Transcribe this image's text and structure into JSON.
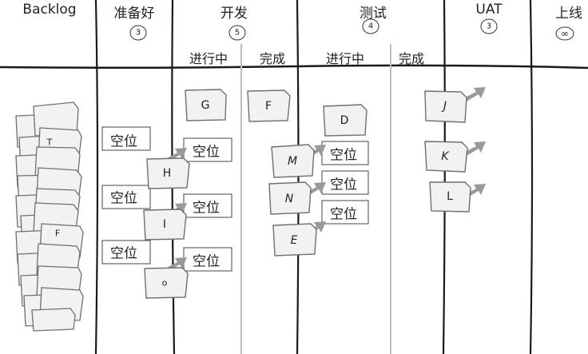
{
  "columns": {
    "backlog": "Backlog",
    "ready": "准备好",
    "develop": "开发",
    "test": "测试",
    "uat": "UAT",
    "release": "上线"
  },
  "subcolumns": {
    "dev_doing": "进行中",
    "dev_done": "完成",
    "test_doing": "进行中",
    "test_done": "完成"
  },
  "wip_limits": {
    "ready": "3",
    "develop": "5",
    "test": "4",
    "uat": "3",
    "release": "∞"
  },
  "cards": {
    "g": "G",
    "f": "F",
    "d": "D",
    "j": "J",
    "h": "H",
    "m": "M",
    "k": "K",
    "n": "N",
    "l": "L",
    "i": "I",
    "e": "E",
    "o": "o"
  },
  "slot_text": "空位",
  "backlog_letters": {
    "t1": "T",
    "t2": "F"
  },
  "colors": {
    "line": "#1a1a1a",
    "note_fill": "#f2f2f2",
    "note_stroke": "#6f6f6f",
    "arrow": "#9a9a9a",
    "divider": "#bdbdbd"
  }
}
